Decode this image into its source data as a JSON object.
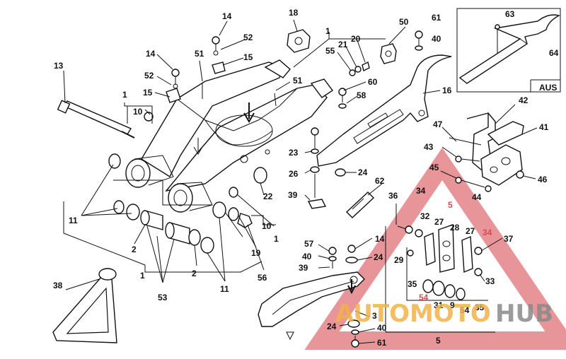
{
  "diagram": {
    "callouts": [
      {
        "id": "c14a",
        "text": "14"
      },
      {
        "id": "c52a",
        "text": "52"
      },
      {
        "id": "c15a",
        "text": "15"
      },
      {
        "id": "c18",
        "text": "18"
      },
      {
        "id": "c1a",
        "text": "1"
      },
      {
        "id": "c55",
        "text": "55"
      },
      {
        "id": "c21",
        "text": "21"
      },
      {
        "id": "c20",
        "text": "20"
      },
      {
        "id": "c50",
        "text": "50"
      },
      {
        "id": "c61a",
        "text": "61"
      },
      {
        "id": "c40a",
        "text": "40"
      },
      {
        "id": "c63",
        "text": "63"
      },
      {
        "id": "c64",
        "text": "64"
      },
      {
        "id": "aus",
        "text": "AUS"
      },
      {
        "id": "c13",
        "text": "13"
      },
      {
        "id": "c14b",
        "text": "14"
      },
      {
        "id": "c52b",
        "text": "52"
      },
      {
        "id": "c15b",
        "text": "15"
      },
      {
        "id": "c51a",
        "text": "51"
      },
      {
        "id": "c51b",
        "text": "51"
      },
      {
        "id": "c60",
        "text": "60"
      },
      {
        "id": "c58",
        "text": "58"
      },
      {
        "id": "c16",
        "text": "16"
      },
      {
        "id": "c1b",
        "text": "1"
      },
      {
        "id": "c10a",
        "text": "10"
      },
      {
        "id": "c42",
        "text": "42"
      },
      {
        "id": "c47",
        "text": "47"
      },
      {
        "id": "c41",
        "text": "41"
      },
      {
        "id": "c43",
        "text": "43"
      },
      {
        "id": "c23",
        "text": "23"
      },
      {
        "id": "c26",
        "text": "26"
      },
      {
        "id": "c24a",
        "text": "24"
      },
      {
        "id": "c45",
        "text": "45"
      },
      {
        "id": "c46",
        "text": "46"
      },
      {
        "id": "c62",
        "text": "62"
      },
      {
        "id": "c22",
        "text": "22"
      },
      {
        "id": "c39a",
        "text": "39"
      },
      {
        "id": "c36",
        "text": "36"
      },
      {
        "id": "c34a",
        "text": "34"
      },
      {
        "id": "c44",
        "text": "44"
      },
      {
        "id": "c11a",
        "text": "11"
      },
      {
        "id": "c2a",
        "text": "2"
      },
      {
        "id": "c10b",
        "text": "10"
      },
      {
        "id": "c1c",
        "text": "1"
      },
      {
        "id": "c19",
        "text": "19"
      },
      {
        "id": "c14c",
        "text": "14"
      },
      {
        "id": "c5a",
        "text": "5"
      },
      {
        "id": "c32",
        "text": "32"
      },
      {
        "id": "c27a",
        "text": "27"
      },
      {
        "id": "c28",
        "text": "28"
      },
      {
        "id": "c34b",
        "text": "34"
      },
      {
        "id": "c37",
        "text": "37"
      },
      {
        "id": "c57",
        "text": "57"
      },
      {
        "id": "c40b",
        "text": "40"
      },
      {
        "id": "c24b",
        "text": "24"
      },
      {
        "id": "c27b",
        "text": "27"
      },
      {
        "id": "c39b",
        "text": "39"
      },
      {
        "id": "c29",
        "text": "29"
      },
      {
        "id": "c38",
        "text": "38"
      },
      {
        "id": "c1d",
        "text": "1"
      },
      {
        "id": "c2b",
        "text": "2"
      },
      {
        "id": "c56",
        "text": "56"
      },
      {
        "id": "c35a",
        "text": "35"
      },
      {
        "id": "c33",
        "text": "33"
      },
      {
        "id": "c53",
        "text": "53"
      },
      {
        "id": "c11b",
        "text": "11"
      },
      {
        "id": "c54a",
        "text": "54"
      },
      {
        "id": "c31",
        "text": "31"
      },
      {
        "id": "c9",
        "text": "9"
      },
      {
        "id": "c54b",
        "text": "54"
      },
      {
        "id": "c35b",
        "text": "35"
      },
      {
        "id": "c3",
        "text": "3"
      },
      {
        "id": "c24c",
        "text": "24"
      },
      {
        "id": "c40c",
        "text": "40"
      },
      {
        "id": "c61b",
        "text": "61"
      },
      {
        "id": "c5b",
        "text": "5"
      }
    ]
  },
  "watermark": {
    "brand_part1": "AUTOMOTO",
    "brand_part2": "HUB",
    "color_red": "#d94a50",
    "color_grey": "#8a8a8a"
  }
}
